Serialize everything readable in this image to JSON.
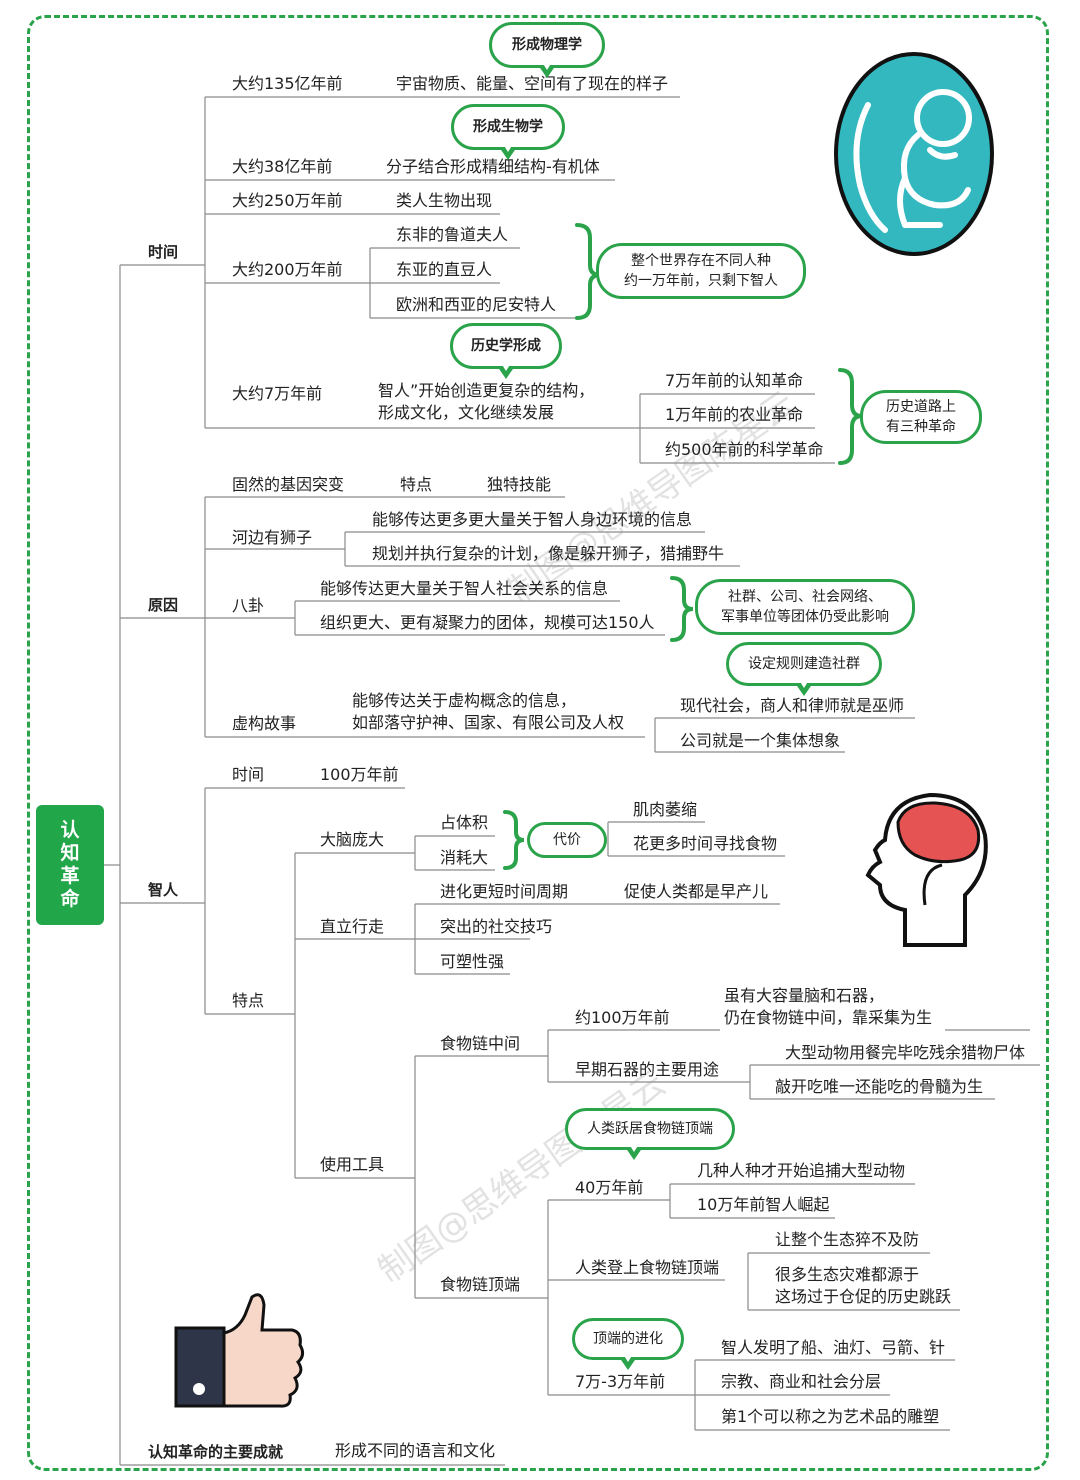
{
  "root": "认知革命",
  "branches": {
    "time": "时间",
    "reason": "原因",
    "sapiens": "智人",
    "achievement": "认知革命的主要成就"
  },
  "time": {
    "t1": {
      "label": "大约135亿年前",
      "desc": "宇宙物质、能量、空间有了现在的样子",
      "bubble": "形成物理学"
    },
    "t2": {
      "label": "大约38亿年前",
      "desc": "分子结合形成精细结构-有机体",
      "bubble": "形成生物学"
    },
    "t3": {
      "label": "大约250万年前",
      "desc": "类人生物出现"
    },
    "t4": {
      "label": "大约200万年前",
      "items": [
        "东非的鲁道夫人",
        "东亚的直豆人",
        "欧洲和西亚的尼安特人"
      ],
      "bubble": "整个世界存在不同人种\n约一万年前，只剩下智人"
    },
    "t5": {
      "label": "大约7万年前",
      "desc": "智人”开始创造更复杂的结构，\n形成文化，文化继续发展",
      "bubble": "历史学形成",
      "items": [
        "7万年前的认知革命",
        "1万年前的农业革命",
        "约500年前的科学革命"
      ],
      "bubble2": "历史道路上\n有三种革命"
    }
  },
  "reason": {
    "gene": {
      "label": "固然的基因突变",
      "a": "特点",
      "b": "独特技能"
    },
    "lion": {
      "label": "河边有狮子",
      "items": [
        "能够传达更多更大量关于智人身边环境的信息",
        "规划并执行复杂的计划，像是躲开狮子，猎捕野牛"
      ]
    },
    "gossip": {
      "label": "八卦",
      "items": [
        "能够传达更大量关于智人社会关系的信息",
        "组织更大、更有凝聚力的团体，规模可达150人"
      ],
      "bubble": "社群、公司、社会网络、\n军事单位等团体仍受此影响"
    },
    "fiction": {
      "label": "虚构故事",
      "desc": "能够传达关于虚构概念的信息，\n如部落守护神、国家、有限公司及人权",
      "items": [
        "现代社会，商人和律师就是巫师",
        "公司就是一个集体想象"
      ],
      "bubble": "设定规则建造社群"
    }
  },
  "sapiens": {
    "time": {
      "label": "时间",
      "value": "100万年前"
    },
    "feature": "特点",
    "brain": {
      "label": "大脑庞大",
      "items": [
        "占体积",
        "消耗大"
      ],
      "cost": "代价",
      "results": [
        "肌肉萎缩",
        "花更多时间寻找食物"
      ]
    },
    "upright": {
      "label": "直立行走",
      "items": [
        "进化更短时间周期",
        "突出的社交技巧",
        "可塑性强"
      ],
      "extra": "促使人类都是早产儿"
    },
    "tools": {
      "label": "使用工具",
      "middle": {
        "label": "食物链中间",
        "a": {
          "label": "约100万年前",
          "desc": "虽有大容量脑和石器，\n仍在食物链中间，靠采集为生"
        },
        "b": {
          "label": "早期石器的主要用途",
          "items": [
            "大型动物用餐完毕吃残余猎物尸体",
            "敲开吃唯一还能吃的骨髓为生"
          ]
        }
      },
      "top": {
        "label": "食物链顶端",
        "a": {
          "label": "40万年前",
          "bubble": "人类跃居食物链顶端",
          "items": [
            "几种人种才开始追捕大型动物",
            "10万年前智人崛起"
          ]
        },
        "b": {
          "label": "人类登上食物链顶端",
          "items": [
            "让整个生态猝不及防",
            "很多生态灾难都源于\n这场过于仓促的历史跳跃"
          ]
        },
        "c": {
          "label": "7万-3万年前",
          "bubble": "顶端的进化",
          "items": [
            "智人发明了船、油灯、弓箭、针",
            "宗教、商业和社会分层",
            "第1个可以称之为艺术品的雕塑"
          ]
        }
      }
    }
  },
  "achievement": {
    "value": "形成不同的语言和文化"
  },
  "watermark": [
    "制图@思维导图陈星云",
    "制图@思维导图陈星云"
  ],
  "colors": {
    "accent": "#2aa34a",
    "line": "#8a8a8a",
    "brain": "#e55353",
    "fetus_bg": "#33b8c0"
  },
  "icons": [
    "fetus-icon",
    "head-brain-icon",
    "thumbs-up-icon"
  ]
}
